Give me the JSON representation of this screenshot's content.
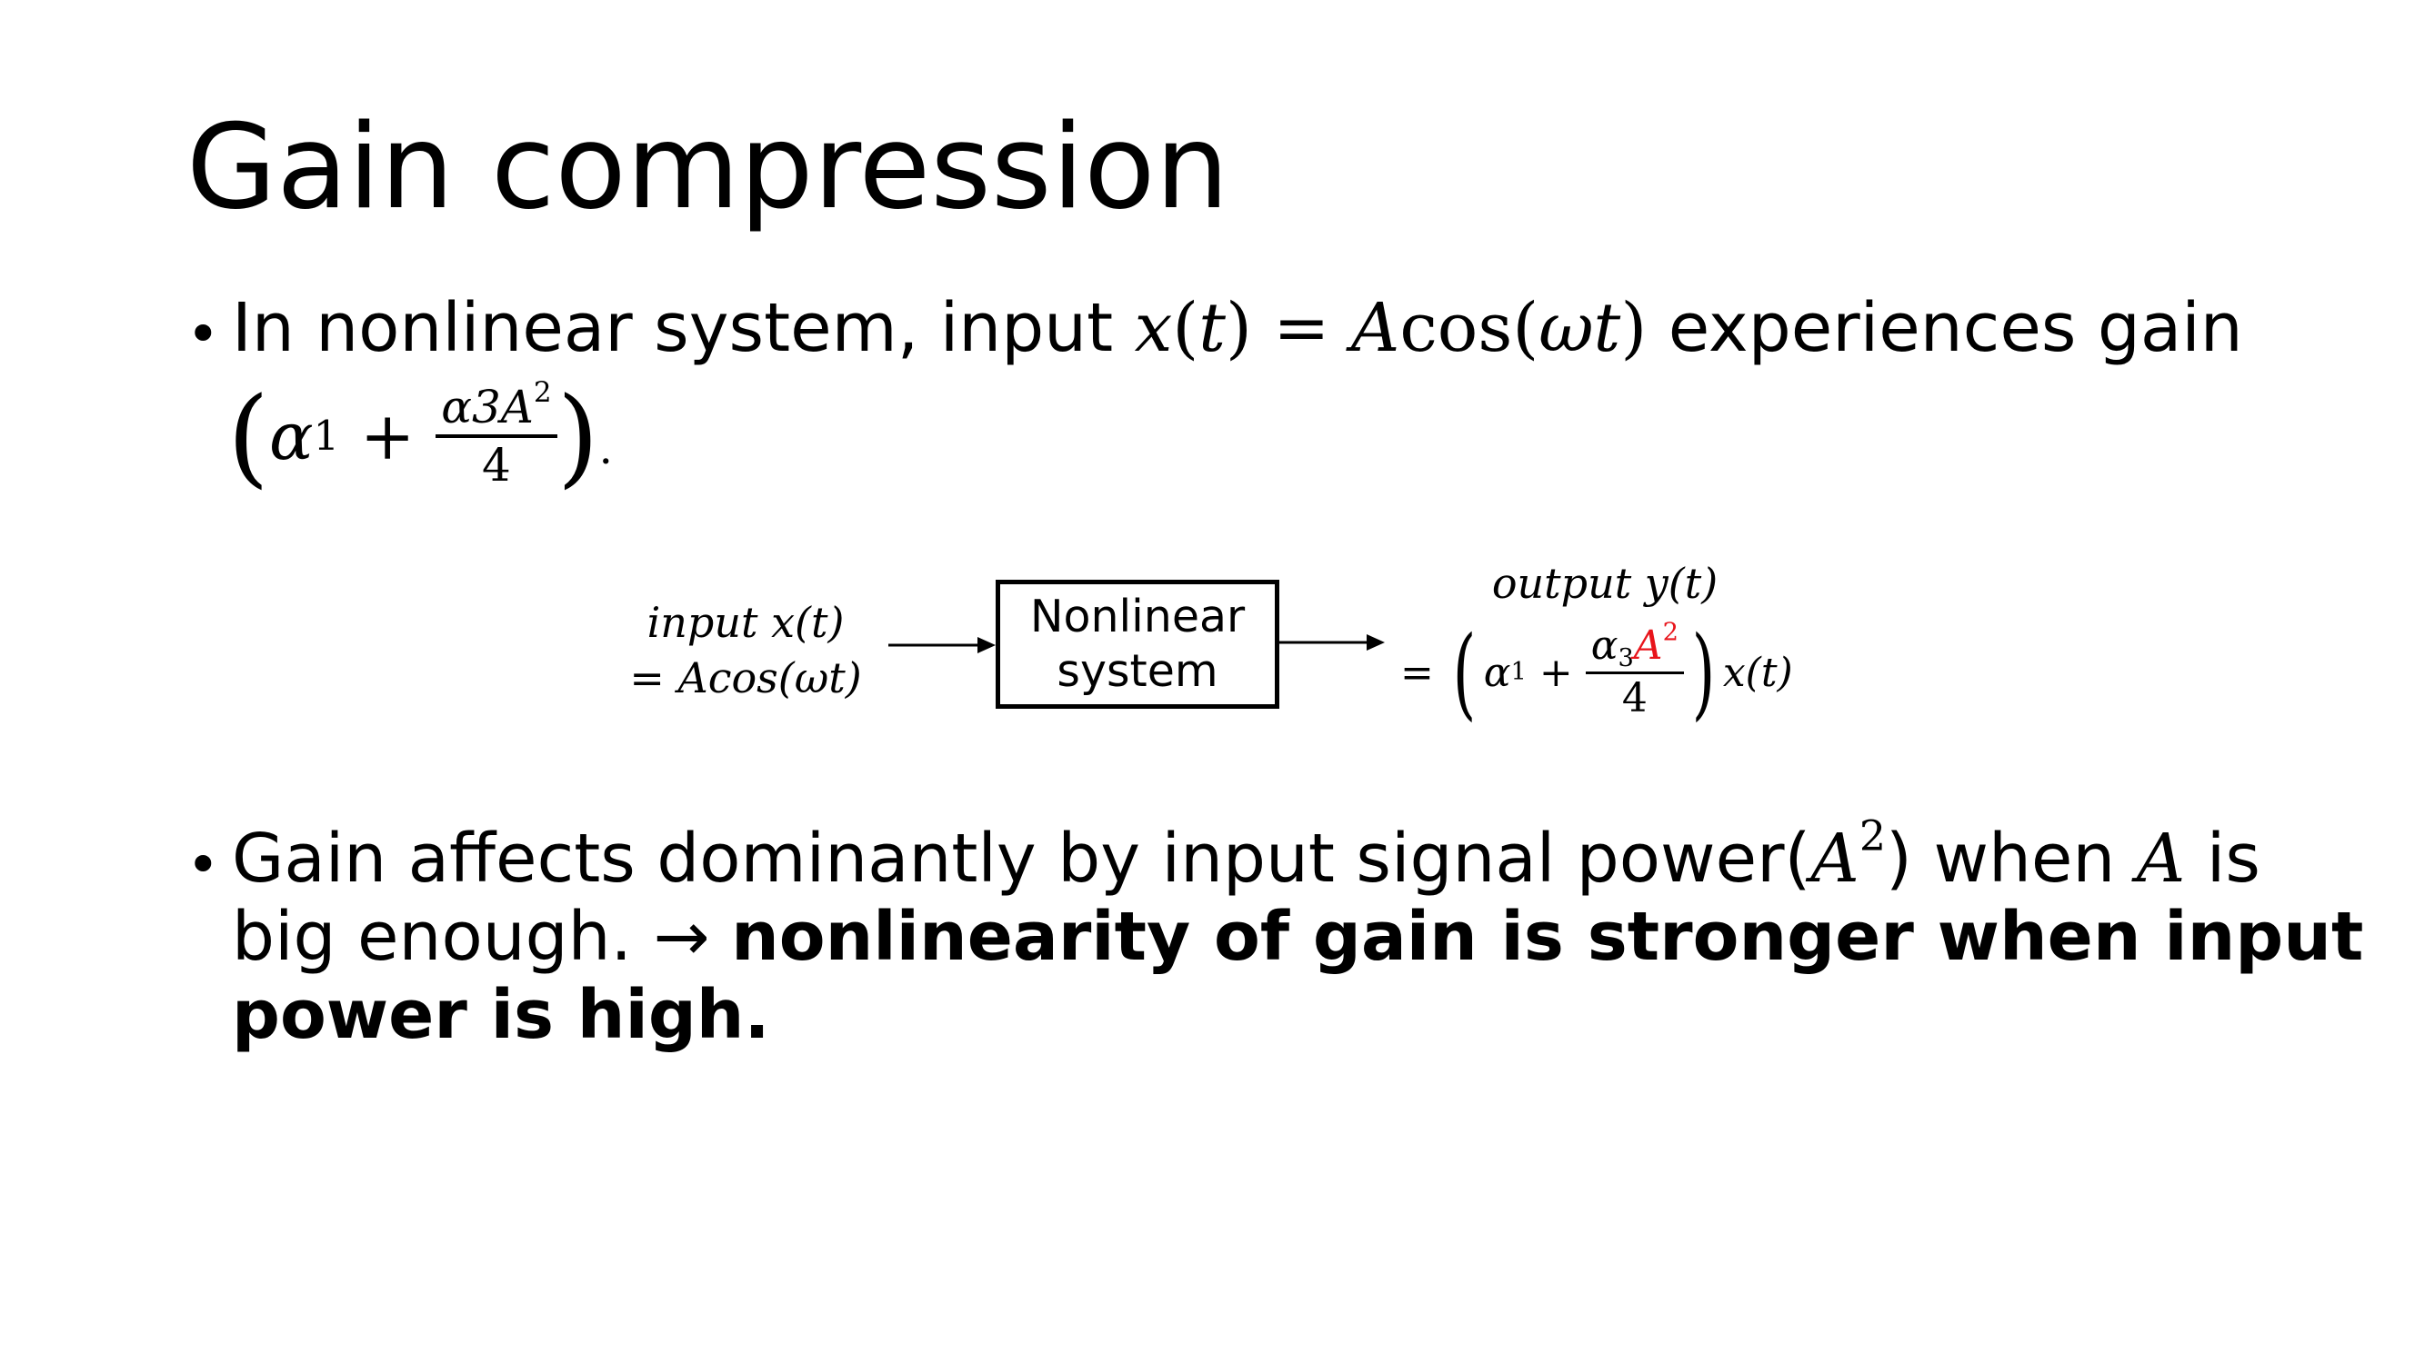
{
  "slide": {
    "title": "Gain compression"
  },
  "bullet1": {
    "marker": "•",
    "t1": "In nonlinear system, input ",
    "m_x": "x",
    "m_t_open": "(",
    "m_t": "t",
    "m_t_close": ")",
    "m_eq": " = ",
    "m_A": "A",
    "m_cos": "cos",
    "m_paren_open": "(",
    "m_omega": "ωt",
    "m_paren_close": ")",
    "t2": " experiences gain",
    "g_open": "(",
    "g_alpha": "α",
    "g_sub1": "1",
    "g_plus": " + ",
    "g_num": "α3A",
    "g_num_sup": "2",
    "g_den": "4",
    "g_close": ")",
    "g_period": "."
  },
  "diagram": {
    "input_line1": "input x(t)",
    "input_line2": "= Acos(ωt)",
    "box_line1": "Nonlinear",
    "box_line2": "system",
    "output_line1": "output y(t)",
    "out_eq": "=",
    "out_alpha": "α",
    "out_sub1": "1",
    "out_plus": " + ",
    "out_num_alpha": "α",
    "out_num_sub": "3",
    "out_num_A": "A",
    "out_num_sup": "2",
    "out_den": "4",
    "out_xt": "x(t)",
    "highlight_color": "#e8141b"
  },
  "bullet2": {
    "marker": "•",
    "t1": "Gain affects dominantly by input signal power(",
    "m_A": "A",
    "m_sup": "2",
    "t2": ") when ",
    "m_A2": "A",
    "t3": " is",
    "t4": "big enough. → ",
    "b1": "nonlinearity of gain is stronger when input",
    "b2": "power is high."
  }
}
